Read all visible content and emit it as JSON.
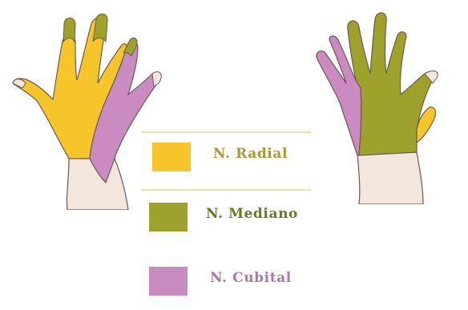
{
  "legend": {
    "items": [
      {
        "id": "radial",
        "label": "N. Radial",
        "color": "#f5c52a"
      },
      {
        "id": "mediano",
        "label": "N. Mediano",
        "color": "#9ea12a"
      },
      {
        "id": "cubital",
        "label": "N. Cubital",
        "color": "#c98bc0"
      }
    ]
  },
  "colors": {
    "radial": "#f5c52a",
    "mediano": "#9ea12a",
    "cubital": "#c98bc0",
    "skin": "#f3e6dc",
    "outline": "#6b5a52"
  }
}
